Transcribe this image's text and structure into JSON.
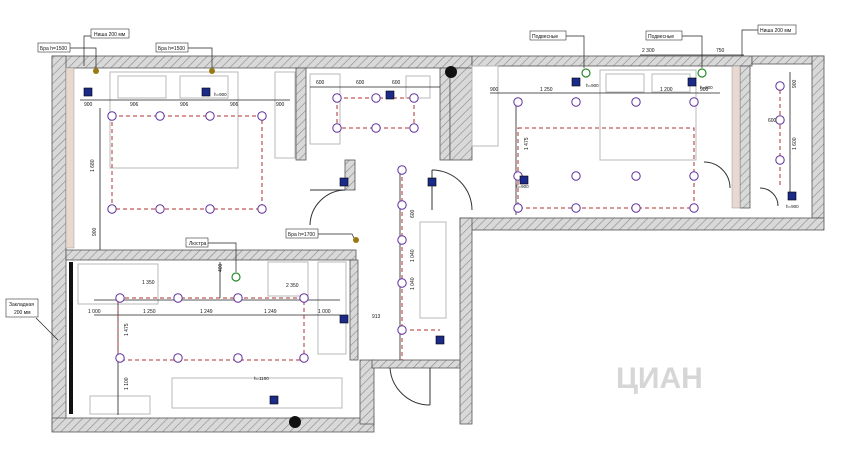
{
  "plan": {
    "callouts": {
      "niche_left": "Ниша 200 мм",
      "bra_1": "Бра h=1500",
      "bra_2": "Бра h=1500",
      "podves_1": "Подвесные",
      "podves_2": "Подвесные",
      "niche_right": "Ниша 200 мм",
      "bra_corridor": "Бра h=1700",
      "lustra": "Люстра",
      "zaklad": "Закладная",
      "zaklad_2": "200 мм"
    },
    "dims": {
      "top_right_a": "2 300",
      "top_right_b": "750",
      "bed1_a": "900",
      "bed1_b": "906",
      "bed1_c": "906",
      "bed1_d": "906",
      "bed1_e": "900",
      "bath_a": "600",
      "bath_b": "600",
      "bath_c": "600",
      "bed2_a": "900",
      "bed2_b": "1 250",
      "bed2_c": "1 200",
      "bed2_d": "900",
      "bed1_v1": "1 680",
      "bed1_v2": "900",
      "bed2_v": "1 475",
      "corr_a": "600",
      "corr_b": "1 040",
      "corr_c": "1 040",
      "liv_a": "1 000",
      "liv_b": "1 250",
      "liv_c": "1 249",
      "liv_d": "1 249",
      "liv_e": "1 000",
      "liv_f": "913",
      "liv_g": "2 350",
      "liv_h": "1 350",
      "liv_v1": "1 475",
      "liv_v2": "1 100",
      "liv_v3": "400",
      "ext_a": "600",
      "ext_b": "900",
      "ext_c": "1 600"
    },
    "switch_labels": {
      "s_h900_a": "h=900",
      "s_h900_b": "h=900",
      "s_h900_c": "h=900",
      "s_h900_d": "h=900",
      "s_h900_e": "h=900",
      "s_h1100": "h=1100"
    },
    "watermark": "ЦИАН"
  },
  "colors": {
    "wall_fill": "#d9d9d9",
    "hatch": "#7a7a7a",
    "light_circle": "#5e2f9e",
    "dashed": "#b03030",
    "switch_fill": "#1c2a8a",
    "bra_dot": "#9a7a10",
    "lustra_dot": "#2a8a2a"
  }
}
